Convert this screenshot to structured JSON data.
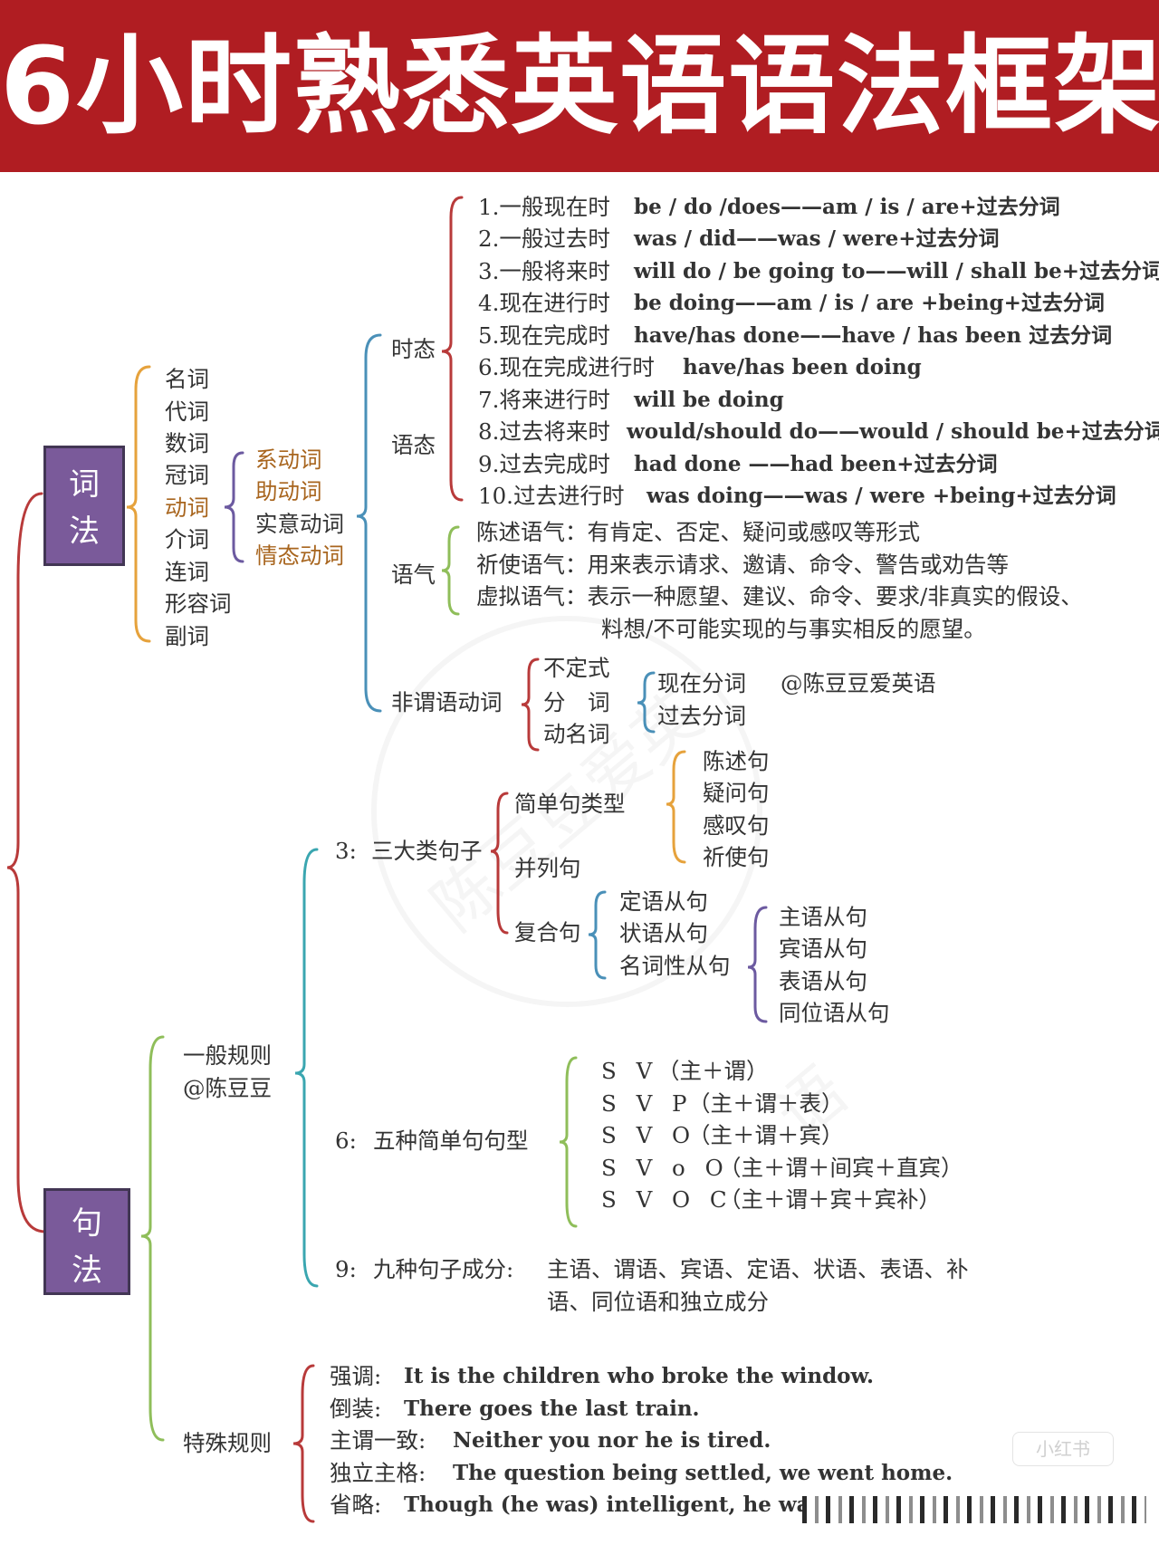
{
  "header": {
    "title": "6小时熟悉英语语法框架"
  },
  "colors": {
    "banner": "#b01d22",
    "box": "#7a5a9a",
    "branch_red": "#b83a3a",
    "branch_orange": "#e6a23c",
    "branch_blue": "#4a90b8",
    "branch_green": "#8fbe5a",
    "branch_teal": "#3aa6b0",
    "branch_purple": "#6c5aa0",
    "highlight_brown": "#a8651e"
  },
  "root": {
    "cifa": {
      "label_1": "词",
      "label_2": "法"
    },
    "jufa": {
      "label_1": "句",
      "label_2": "法"
    }
  },
  "parts_of_speech": [
    "名词",
    "代词",
    "数词",
    "冠词",
    "动词",
    "介词",
    "连词",
    "形容词",
    "副词"
  ],
  "verb_types": [
    "系动词",
    "助动词",
    "实意动词",
    "情态动词"
  ],
  "verb_branches": {
    "tense": "时态",
    "voice": "语态",
    "mood": "语气",
    "nonfinite": "非谓语动词"
  },
  "tenses": [
    {
      "name": "1.一般现在时",
      "forms": "be / do /does——am / is / are+过去分词"
    },
    {
      "name": "2.一般过去时",
      "forms": "was / did——was / were+过去分词"
    },
    {
      "name": "3.一般将来时",
      "forms": "will do / be going to——will / shall be+过去分词"
    },
    {
      "name": "4.现在进行时",
      "forms": "be doing——am / is / are +being+过去分词"
    },
    {
      "name": "5.现在完成时",
      "forms": "have/has done——have / has been 过去分词"
    },
    {
      "name": "6.现在完成进行时",
      "forms": "have/has been doing"
    },
    {
      "name": "7.将来进行时",
      "forms": "will be doing"
    },
    {
      "name": "8.过去将来时",
      "forms": "would/should do——would / should be+过去分词"
    },
    {
      "name": "9.过去完成时",
      "forms": "had done ——had been+过去分词"
    },
    {
      "name": "10.过去进行时",
      "forms": "was doing——was / were +being+过去分词"
    }
  ],
  "moods": [
    "陈述语气：有肯定、否定、疑问或感叹等形式",
    "祈使语气：用来表示请求、邀请、命令、警告或劝告等",
    "虚拟语气：表示一种愿望、建议、命令、要求/非真实的假设、",
    "料想/不可能实现的与事实相反的愿望。"
  ],
  "nonfinite": {
    "items": [
      "不定式",
      "分　词",
      "动名词"
    ],
    "participles": [
      "现在分词",
      "过去分词"
    ],
    "credit": "@陈豆豆爱英语"
  },
  "rules": {
    "general": {
      "label": "一般规则",
      "credit": "@陈豆豆"
    },
    "special": {
      "label": "特殊规则"
    }
  },
  "sentences": {
    "three_types": {
      "num": "3:",
      "label": "三大类句子"
    },
    "simple_types_label": "简单句类型",
    "simple_types": [
      "陈述句",
      "疑问句",
      "感叹句",
      "祈使句"
    ],
    "compound": "并列句",
    "complex": "复合句",
    "clauses": [
      "定语从句",
      "状语从句",
      "名词性从句"
    ],
    "noun_clauses": [
      "主语从句",
      "宾语从句",
      "表语从句",
      "同位语从句"
    ]
  },
  "patterns": {
    "num": "6:",
    "label": "五种简单句句型",
    "items": [
      {
        "code": "S V",
        "gloss": "（主＋谓）"
      },
      {
        "code": "S V P",
        "gloss": "（主＋谓＋表）"
      },
      {
        "code": "S V O",
        "gloss": "（主＋谓＋宾）"
      },
      {
        "code": "S V o O",
        "gloss": "（主＋谓＋间宾＋直宾）"
      },
      {
        "code": "S V O C",
        "gloss": "（主＋谓＋宾＋宾补）"
      }
    ]
  },
  "components": {
    "num": "9:",
    "label": "九种句子成分:",
    "line_1": "主语、谓语、宾语、定语、状语、表语、补",
    "line_2": "语、同位语和独立成分"
  },
  "special_rules": [
    {
      "name": "强调:",
      "example": "It is the children who broke the window."
    },
    {
      "name": "倒装:",
      "example": "There goes the last train."
    },
    {
      "name": "主谓一致:",
      "example": "Neither you nor he is tired."
    },
    {
      "name": "独立主格:",
      "example": "The question being settled, we went home."
    },
    {
      "name": "省略:",
      "example": "Though (he was) intelligent, he was ve"
    }
  ],
  "watermarks": {
    "stamp": "小红书",
    "seal": "陈豆豆爱英语"
  }
}
